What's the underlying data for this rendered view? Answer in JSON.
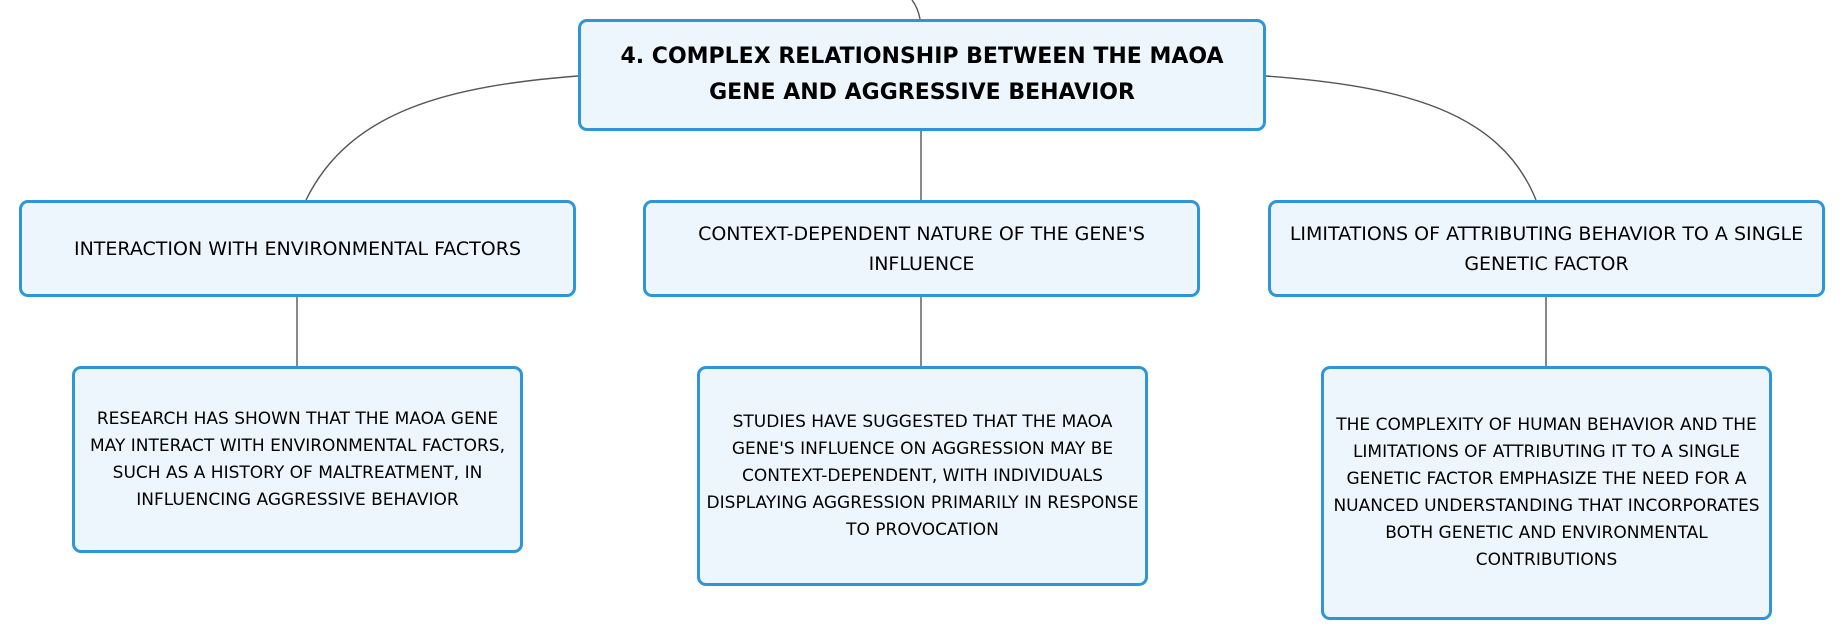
{
  "mindmap": {
    "root": {
      "title": "4. COMPLEX RELATIONSHIP BETWEEN THE MAOA GENE AND AGGRESSIVE BEHAVIOR"
    },
    "branches": [
      {
        "title": "INTERACTION WITH ENVIRONMENTAL FACTORS",
        "detail": "RESEARCH HAS SHOWN THAT THE MAOA GENE MAY INTERACT WITH ENVIRONMENTAL FACTORS, SUCH AS A HISTORY OF MALTREATMENT, IN INFLUENCING AGGRESSIVE BEHAVIOR"
      },
      {
        "title": "CONTEXT-DEPENDENT NATURE OF THE GENE'S INFLUENCE",
        "detail": "STUDIES HAVE SUGGESTED THAT THE MAOA GENE'S INFLUENCE ON AGGRESSION MAY BE CONTEXT-DEPENDENT, WITH INDIVIDUALS DISPLAYING AGGRESSION PRIMARILY IN RESPONSE TO PROVOCATION"
      },
      {
        "title": "LIMITATIONS OF ATTRIBUTING BEHAVIOR TO A SINGLE GENETIC FACTOR",
        "detail": "THE COMPLEXITY OF HUMAN BEHAVIOR AND THE LIMITATIONS OF ATTRIBUTING IT TO A SINGLE GENETIC FACTOR EMPHASIZE THE NEED FOR A NUANCED UNDERSTANDING THAT INCORPORATES BOTH GENETIC AND ENVIRONMENTAL CONTRIBUTIONS"
      }
    ]
  },
  "colors": {
    "node_border": "#2e96d8",
    "node_fill": "#eef6fd",
    "connector": "#555555",
    "text": "#000000"
  }
}
